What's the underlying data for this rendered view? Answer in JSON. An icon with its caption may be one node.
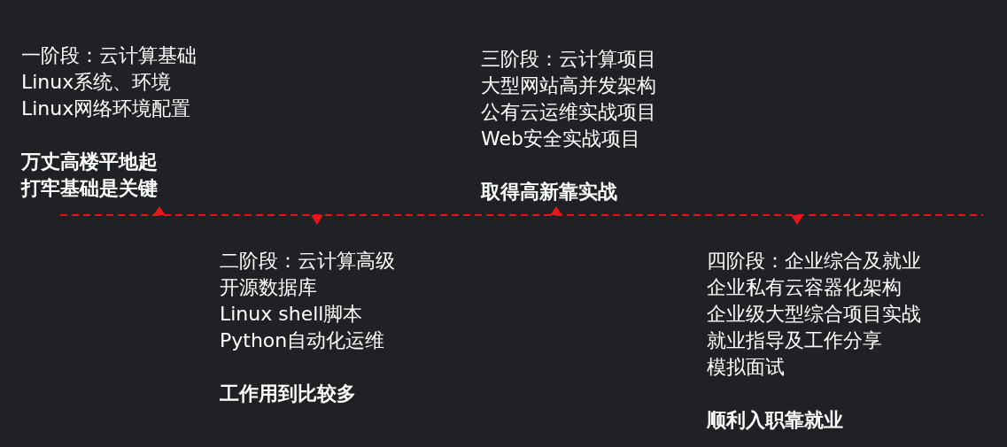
{
  "diagram": {
    "labels": [
      "一阶段：云计算基础",
      "Linux系统、环境",
      "Linux网络环境配置",
      "万丈高楼平地起",
      "打牢基础是关键",
      "二阶段：云计算高级",
      "开源数据库",
      "Linux shell脚本",
      "Python自动化运维",
      "工作用到比较多",
      "三阶段：云计算项目",
      "大型网站高并发架构",
      "公有云运维实战项目",
      "Web安全实战项目",
      "取得高新靠实战",
      "四阶段：企业综合及就业",
      "企业私有云容器化架构",
      "企业级大型综合项目实战",
      "就业指导及工作分享",
      "模拟面试",
      "顺利入职靠就业"
    ]
  }
}
